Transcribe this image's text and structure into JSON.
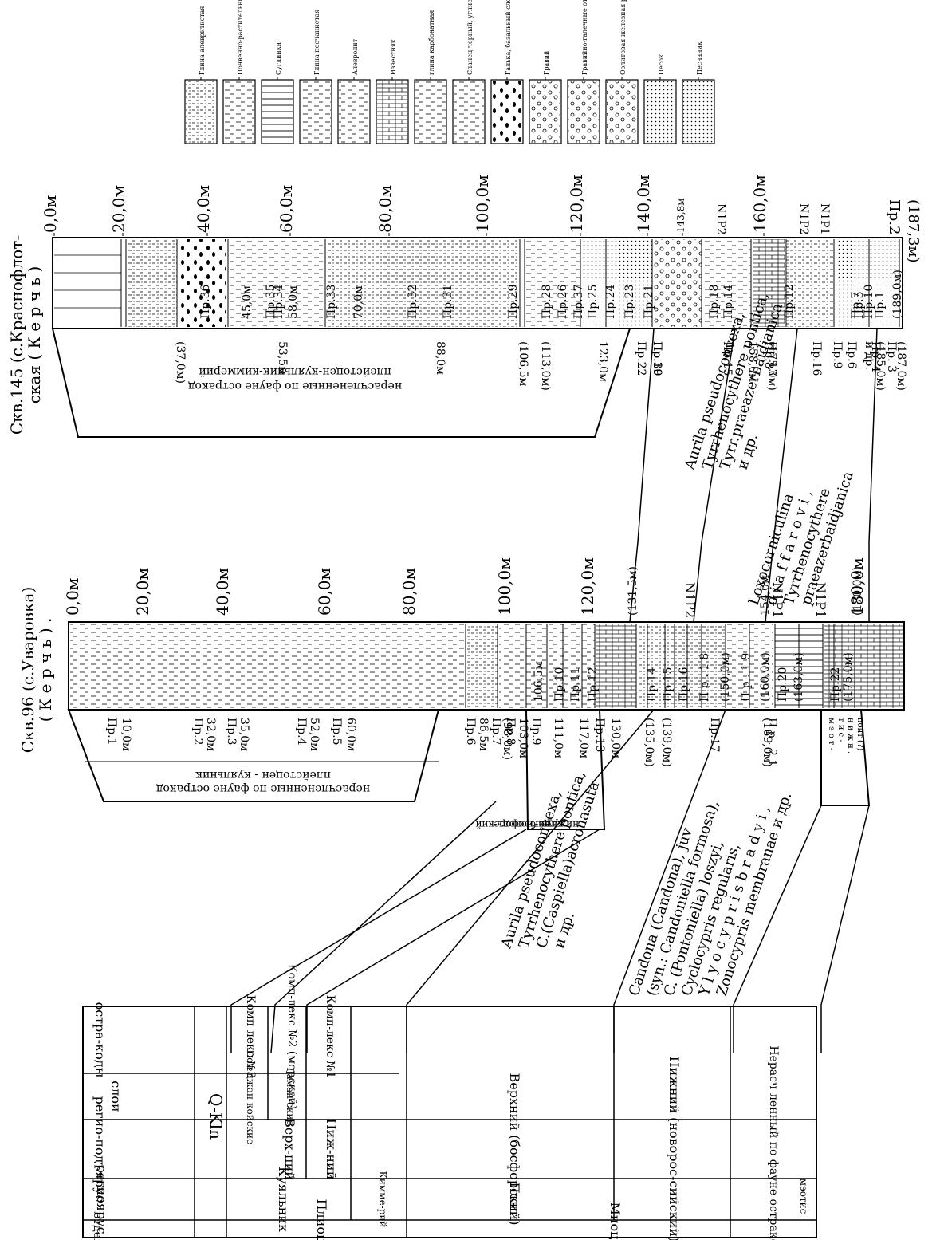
{
  "legend": [
    {
      "label": "Глина алевритистая",
      "pattern": "silt-clay"
    },
    {
      "label": "Почвенно-растительный слой",
      "pattern": "soil"
    },
    {
      "label": "Суглинки",
      "pattern": "loam"
    },
    {
      "label": "Глина песчанистая",
      "pattern": "sandy-clay"
    },
    {
      "label": "Алевролит",
      "pattern": "siltstone"
    },
    {
      "label": "Известняк",
      "pattern": "limestone"
    },
    {
      "label": "глина карбонатная",
      "pattern": "carbonate-clay"
    },
    {
      "label": "Сланец черный, углистый",
      "pattern": "shale"
    },
    {
      "label": "Галька, базальный слой",
      "pattern": "pebble"
    },
    {
      "label": "Гравий",
      "pattern": "gravel"
    },
    {
      "label": "Гравийно-галечные отложения",
      "pattern": "gravel-pebble"
    },
    {
      "label": "Оолитовая железная руда",
      "pattern": "oolite"
    },
    {
      "label": "Песок",
      "pattern": "sand"
    },
    {
      "label": "Песчаник",
      "pattern": "sandstone"
    }
  ],
  "well145": {
    "title1": "Скв.145 (с.Краснофлот-",
    "title2": "ская  ( К е р ч ь )",
    "depths": [
      "0,0м",
      "20,0м",
      "40,0м",
      "60,0м",
      "80,0м",
      "100,0м",
      "120,0м",
      "140,0м",
      "143,8м",
      "160,0м"
    ],
    "bottom": "(187,3м)",
    "bottom_label": "Пр.2",
    "samples_top": [
      "Пр.36",
      "45,0м",
      "Пр.35",
      "Пр.34",
      "58,0м",
      "Пр.33",
      "70,0м",
      "Пр.32",
      "Пр.31",
      "Пр.29",
      "Пр.28",
      "Пр.26",
      "Пр.37",
      "Пр.25",
      "Пр.24",
      "Пр.23",
      "Пр.21",
      "Пр.18",
      "Пр.14",
      "Пр.12",
      "Пр.7",
      "Пр.5",
      "Пр.10",
      "Пр.1",
      "(189,0м)"
    ],
    "samples_bottom": [
      "(37,0м)",
      "53,5м",
      "88,0м",
      "(106,5м",
      "(113,0м)",
      "123,0м",
      "Пр.30",
      "Пр.22",
      "Пр.19",
      "Пр.15",
      "158,0м",
      "Пр.13",
      "Пр.8",
      "(175,0м)",
      "Пр.16",
      "Пр.9",
      "Пр.6",
      "и др.",
      "Пр. 3",
      "(187,0м)",
      "Пр. 4",
      "(185,0м)"
    ],
    "np_labels": [
      "N1P2",
      "N1P2",
      "N1P1"
    ],
    "box_text": [
      "нерасчлененные по фауне остракод",
      "плейстоцен-куяльник-киммерий"
    ]
  },
  "well96": {
    "title1": "Скв.96 (с.Уваровка)",
    "title2": "( К е р ч ь ) .",
    "depths": [
      "0,0м",
      "20,0м",
      "40,0м",
      "60,0м",
      "80,0м",
      "100,0м",
      "120,0м",
      "(131,5м)",
      "154,0м",
      "(170,0м)",
      "180,0м"
    ],
    "samples_top": [
      "106,5м",
      "Пр.10",
      "Пр.11",
      "Пр.12",
      "Пр.14",
      "Пр.15",
      "Пр.16",
      "П р . 1 8",
      "(150,0м)",
      "П р . 1 9",
      "(160,0м)",
      "Пр.20",
      "(163,0м)",
      "Пр.22",
      "(175,0м)"
    ],
    "samples_bottom": [
      "Пр.1",
      "10,0м",
      "Пр.2",
      "32,0м",
      "Пр.3",
      "35,0м",
      "Пр.4",
      "52,0м",
      "Пр.5",
      "60,0м",
      "Пр.6",
      "86,5м",
      "Пр.7",
      "(98,0м)",
      "Пр.9",
      "111,0м",
      "117,0м",
      "Пр.13",
      "130,0м",
      "Пр.8",
      "103,0м",
      "(135,0м)",
      "(139,0м)",
      "Пр.17",
      "(169,0м)",
      "П р . 2 1"
    ],
    "np_labels": [
      "N1P2",
      "N1P1",
      "N1P1"
    ],
    "box_text": [
      "нерасчлененные по фауне остракод",
      "плейстоцен - куяльник"
    ],
    "box2_text": [
      "босфорский",
      "региоподъ-",
      "ярус -",
      "нижний"
    ],
    "box3_text": [
      "м э о т -",
      "т и с -",
      "н и ж н .",
      "понт (?)"
    ]
  },
  "fauna": {
    "group1": [
      "Aurila    pseudoconvexa,",
      "Tyrrhenocythere pontica,",
      "Tyrr.praeazerbaidjanica",
      "и др."
    ],
    "group2": [
      "Loxocorniculina",
      "d i a f f a r o v i ,",
      "Tyrrhenocythere",
      "praeazerbaidjanica"
    ],
    "group3": [
      "Aurila    pseudoconvexa,",
      "Tyrrhenocythere pontica,",
      "C.(Caspiella)acronasuta",
      "и др."
    ],
    "group4": [
      "Candona    (Candona),   juv",
      "(syn.: Candoniella formosa),",
      "C.    (Pontoniella)    loszyi,",
      "Cyclocypris    regularis,",
      "Y l y o c y p r i s    b r a d y i ,",
      "Zonocypris membranae и др."
    ]
  },
  "strat_table": {
    "headers": [
      "отдел",
      "региоярус",
      "регио-подъярус",
      "слои",
      "остра-коды"
    ],
    "rows": {
      "otdel": [
        "Плиоцен",
        "Миоцен"
      ],
      "regioyarus": [
        "Куяльник",
        "Кимме-рий",
        "Понт",
        ""
      ],
      "podyarus": [
        "Ниж-ний",
        "Верх-ний",
        "Верхний (босфорский)",
        "Нижний (новорос-сийский)",
        "Нерасч-ленный по фауне остракод",
        "мэотис"
      ],
      "sloi": [
        "Гаман-ские",
        "Тюп-джан-койские"
      ],
      "ostrakody": [
        "Комп-лекс №1",
        "Комп-лекс №2 (морской)",
        "Комп-лекс №3"
      ],
      "qkln": "Q-Kln"
    }
  }
}
